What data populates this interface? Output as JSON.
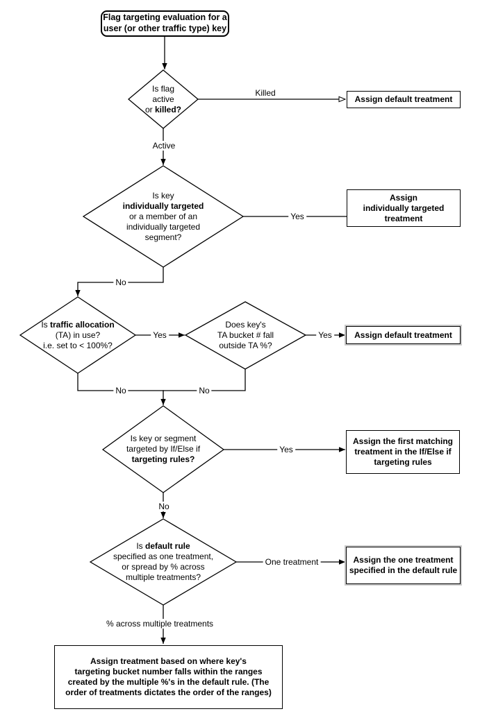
{
  "flowchart": {
    "start": {
      "line1": "Flag targeting evaluation for a",
      "line2": "user (or other traffic type) key"
    },
    "decision_flag_status": {
      "line1": "Is flag",
      "line2": "active",
      "line3_normal": "or ",
      "line3_bold": "killed?"
    },
    "outcome_default_killed": {
      "label": "Assign default treatment"
    },
    "decision_individual_targeting": {
      "line1": "Is key",
      "line2_bold": "individually targeted",
      "line3": "or a member of an",
      "line4": "individually targeted",
      "line5": "segment?"
    },
    "outcome_individual": {
      "line1": "Assign",
      "line2": "individually targeted",
      "line3": "treatment"
    },
    "decision_traffic_allocation": {
      "line1_normal": "Is ",
      "line1_bold": "traffic allocation",
      "line2": "(TA) in use?",
      "line3": "i.e. set to < 100%?"
    },
    "decision_ta_bucket": {
      "line1": "Does key's",
      "line2": "TA bucket # fall",
      "line3": "outside TA %?"
    },
    "outcome_default_ta": {
      "label": "Assign default treatment"
    },
    "decision_targeting_rules": {
      "line1": "Is key or segment",
      "line2": "targeted by If/Else if",
      "line3_bold": "targeting rules?"
    },
    "outcome_first_matching": {
      "line1": "Assign the first matching",
      "line2": "treatment in the If/Else if",
      "line3": "targeting rules"
    },
    "decision_default_rule": {
      "line1_normal": "Is ",
      "line1_bold": "default rule",
      "line2": "specified as one treatment,",
      "line3": "or spread by % across",
      "line4": "multiple treatments?"
    },
    "outcome_one_treatment": {
      "line1": "Assign the one treatment",
      "line2": "specified in the default rule"
    },
    "outcome_ranges": {
      "line1": "Assign treatment based on where key's",
      "line2": "targeting bucket number falls within the ranges",
      "line3": "created by the multiple %'s in the default rule. (The",
      "line4": "order of treatments dictates the order of the ranges)"
    },
    "edges": {
      "killed": "Killed",
      "active": "Active",
      "yes_individual": "Yes",
      "no_individual": "No",
      "yes_ta": "Yes",
      "no_ta": "No",
      "yes_bucket": "Yes",
      "no_bucket": "No",
      "yes_rules": "Yes",
      "no_rules": "No",
      "one_treatment": "One treatment",
      "pct_across": "% across multiple treatments"
    },
    "colors": {
      "stroke": "#000000",
      "fill": "#ffffff",
      "highlight_outline": "#c9c9c9"
    }
  }
}
